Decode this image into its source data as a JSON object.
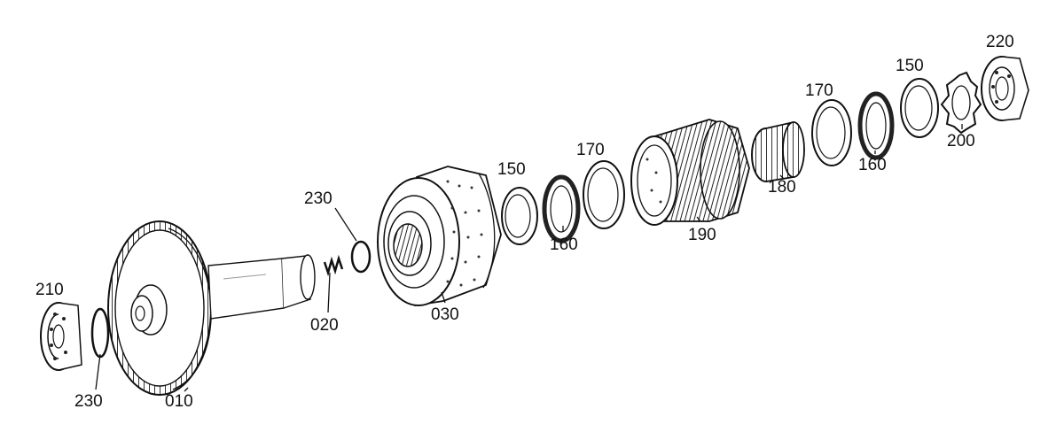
{
  "part_labels": {
    "p210": "210",
    "p230a": "230",
    "p010": "010",
    "p020": "020",
    "p230b": "230",
    "p030": "030",
    "p150a": "150",
    "p160a": "160",
    "p170a": "170",
    "p190": "190",
    "p180": "180",
    "p170b": "170",
    "p160b": "160",
    "p150b": "150",
    "p200": "200",
    "p220": "220"
  }
}
